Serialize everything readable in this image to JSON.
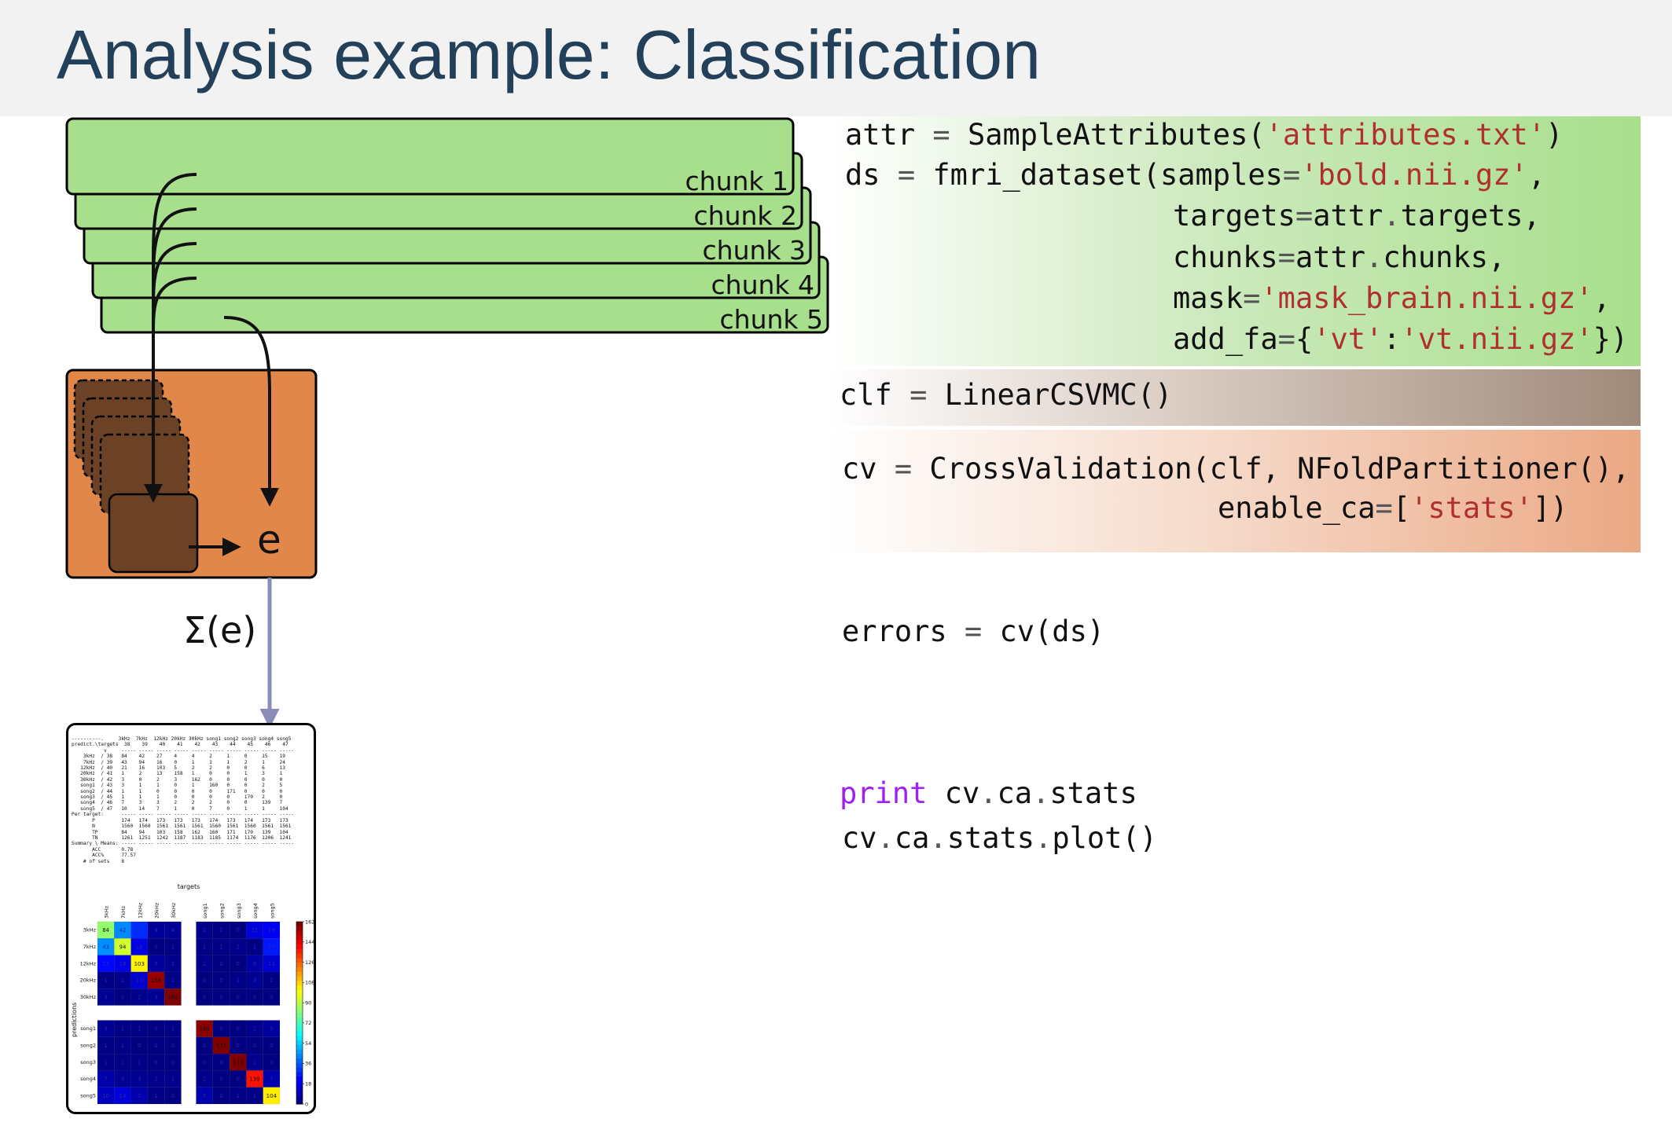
{
  "title": "Analysis example: Classification",
  "chunks": [
    "chunk 1",
    "chunk 2",
    "chunk 3",
    "chunk 4",
    "chunk 5"
  ],
  "diagram": {
    "error_label": "e",
    "sum_label": "Σ(e)"
  },
  "code": {
    "l1": {
      "a": "attr",
      "eq": " = ",
      "b": "SampleAttributes(",
      "s": "'attributes.txt'",
      "c": ")"
    },
    "l2": {
      "a": "ds",
      "eq": " = ",
      "b": "fmri_dataset(samples",
      "eq2": "=",
      "s": "'bold.nii.gz'",
      "c": ","
    },
    "l3": {
      "a": "targets",
      "eq": "=",
      "b": "attr",
      "dot": ".",
      "c": "targets,"
    },
    "l4": {
      "a": "chunks",
      "eq": "=",
      "b": "attr",
      "dot": ".",
      "c": "chunks,"
    },
    "l5": {
      "a": "mask",
      "eq": "=",
      "s": "'mask_brain.nii.gz'",
      "c": ","
    },
    "l6": {
      "a": "add_fa",
      "eq": "=",
      "b": "{",
      "s1": "'vt'",
      "colon": ":",
      "s2": "'vt.nii.gz'",
      "c": "})"
    },
    "l7": {
      "a": "clf",
      "eq": " = ",
      "b": "LinearCSVMC()"
    },
    "l8": {
      "a": "cv",
      "eq": " = ",
      "b": "CrossValidation(clf, NFoldPartitioner(),"
    },
    "l9": {
      "a": "enable_ca",
      "eq": "=",
      "b": "[",
      "s": "'stats'",
      "c": "])"
    },
    "l10": {
      "a": "errors",
      "eq": " = ",
      "b": "cv(ds)"
    },
    "l11": {
      "kw": "print",
      "a": " cv",
      "d1": ".",
      "b": "ca",
      "d2": ".",
      "c": "stats"
    },
    "l12": {
      "a": "cv",
      "d1": ".",
      "b": "ca",
      "d2": ".",
      "c": "stats",
      "d3": ".",
      "e": "plot()"
    }
  },
  "stats_table": {
    "text": "----------.     3kHz  7kHz  12kHz 20kHz 30kHz song1 song2 song3 song4 song5\npredict.\\targets  38    39    40    41    42    43    44    45    46    47\n           v     ----- ----- ----- ----- ----- ----- ----- ----- ----- -----\n    3kHz  / 38   84    42    27    4     4     2     1     0     15    19\n    7kHz  / 39   43    94    16    0     1     1     1     2     1     24\n   12kHz  / 40   21    16    103   5     2     2     0     0     6     13\n   20kHz  / 41   1     2     13    158   1     0     0     1     3     1\n   30kHz  / 42   3     0     2     3     162   0     0     0     0     0\n   song1  / 43   3     1     1     0     1     160   0     0     2     5\n   song2  / 44   1     1     0     0     0     0     171   0     0     0\n   song3  / 45   1     1     1     0     0     0     0     170   2     0\n   song4  / 46   7     3     3     2     2     2     0     0     139   7\n   song5  / 47   10    14    7     1     0     7     0     1     1     104\nPer target:      ----- ----- ----- ----- ----- ----- ----- ----- ----- -----\n       P         174   174   173   173   173   174   173   174   173   173\n       N         1560  1560  1561  1561  1561  1560  1561  1560  1561  1561\n       TP        84    94    103   158   162   160   171   170   139   104\n       TN        1261  1251  1242  1187  1183  1185  1174  1176  1206  1241\nSummary \\ Means: ----- ----- ----- ----- ----- ----- ----- ----- ----- -----\n       ACC       0.78\n       ACC%      77.57\n    # of sets    8"
  },
  "matrix_plot": {
    "xlabel": "targets",
    "ylabel": "predictions",
    "labels": [
      "3kHz",
      "7kHz",
      "12kHz",
      "20kHz",
      "30kHz",
      "song1",
      "song2",
      "song3",
      "song4",
      "song5"
    ],
    "colorbar_ticks": [
      "162",
      "144",
      "126",
      "108",
      "90",
      "72",
      "54",
      "36",
      "18",
      "0"
    ],
    "values": [
      [
        84,
        42,
        27,
        4,
        4,
        2,
        1,
        0,
        15,
        19
      ],
      [
        43,
        94,
        16,
        0,
        1,
        1,
        1,
        2,
        1,
        24
      ],
      [
        21,
        16,
        103,
        5,
        2,
        2,
        0,
        0,
        6,
        13
      ],
      [
        1,
        2,
        13,
        158,
        1,
        0,
        0,
        1,
        3,
        1
      ],
      [
        3,
        0,
        2,
        3,
        162,
        0,
        0,
        0,
        0,
        0
      ],
      [
        3,
        1,
        1,
        0,
        1,
        160,
        0,
        0,
        2,
        5
      ],
      [
        1,
        1,
        0,
        0,
        0,
        0,
        171,
        0,
        0,
        0
      ],
      [
        1,
        1,
        1,
        0,
        0,
        0,
        0,
        170,
        2,
        0
      ],
      [
        7,
        3,
        3,
        2,
        2,
        2,
        0,
        0,
        139,
        7
      ],
      [
        10,
        14,
        7,
        1,
        0,
        7,
        0,
        1,
        1,
        104
      ]
    ]
  }
}
